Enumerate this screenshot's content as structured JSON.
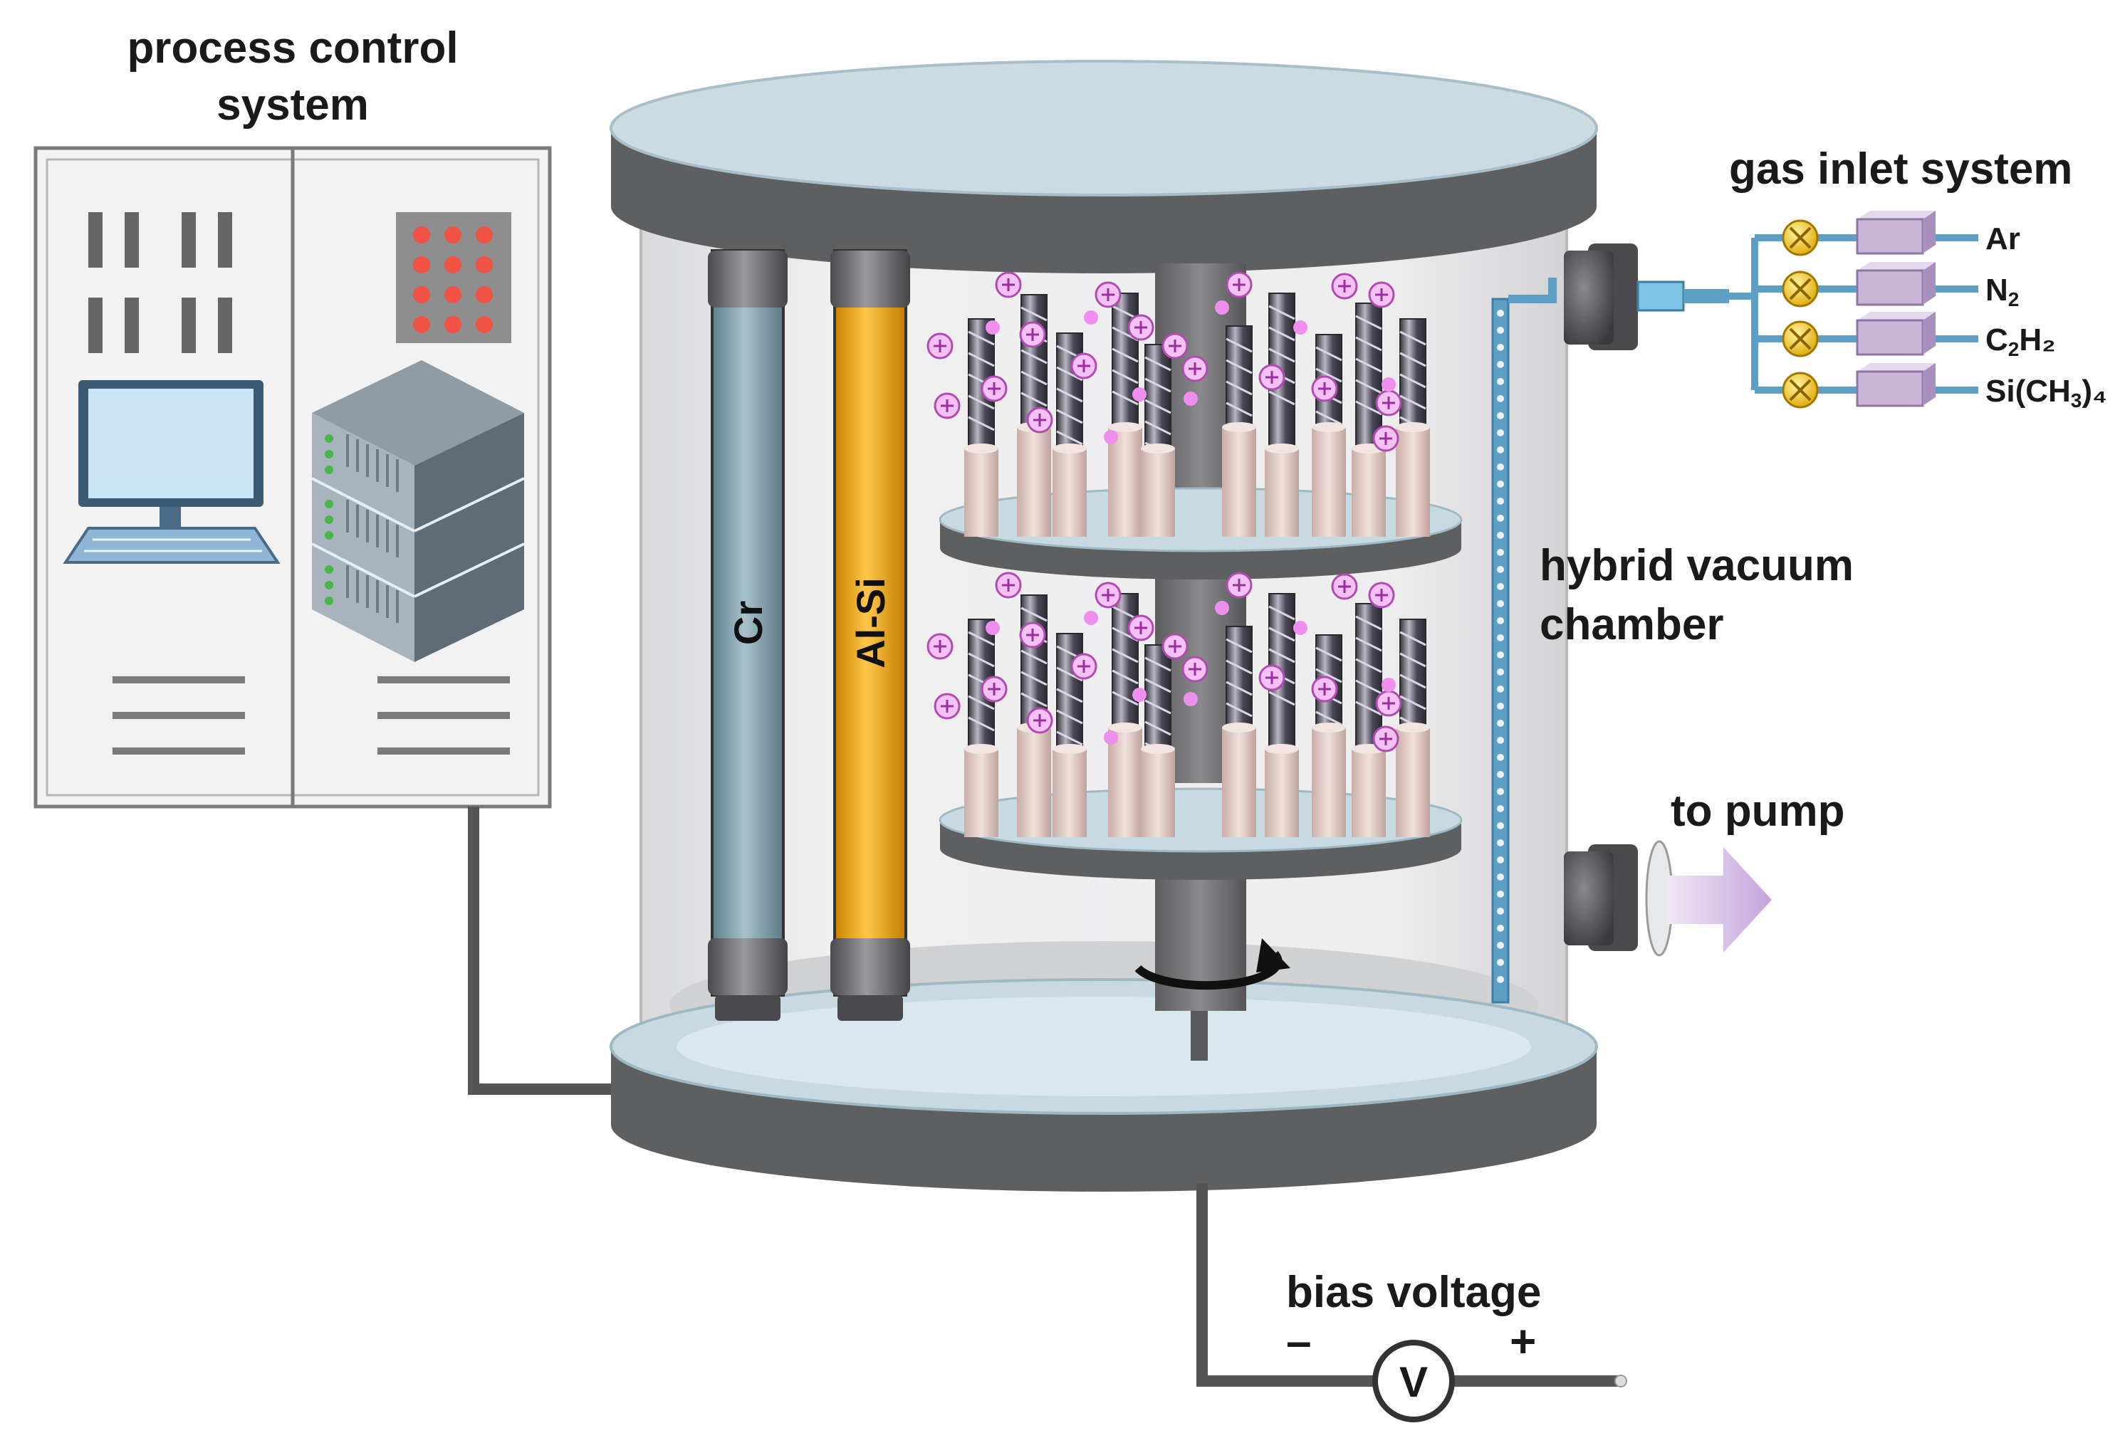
{
  "labels": {
    "process_control": [
      "process control",
      "system"
    ],
    "gas_inlet": "gas inlet system",
    "chamber": [
      "hybrid vacuum",
      "chamber"
    ],
    "to_pump": "to pump",
    "bias_voltage": "bias voltage",
    "minus": "–",
    "plus": "+",
    "voltmeter": "V"
  },
  "targets": [
    {
      "label": "Cr",
      "color": "#7a9aa6"
    },
    {
      "label": "Al-Si",
      "color": "#eea600"
    }
  ],
  "gases": [
    {
      "base": "Ar",
      "sub": "",
      "tail": ""
    },
    {
      "base": "N",
      "sub": "2",
      "tail": ""
    },
    {
      "base": "C",
      "sub": "2",
      "tail": "H₂"
    },
    {
      "base": "Si(CH",
      "sub": "3",
      "tail": ")₄"
    }
  ],
  "colors": {
    "chamber_wall": "#e1e2e4",
    "plate": "#5e5f61",
    "plate_top": "#c7dae2",
    "holder": "#e8d3cf",
    "ion": "#d46bd4",
    "valve": "#f2c200",
    "flow_controller": "#c9b6d6",
    "pipe": "#5d9fc4"
  }
}
